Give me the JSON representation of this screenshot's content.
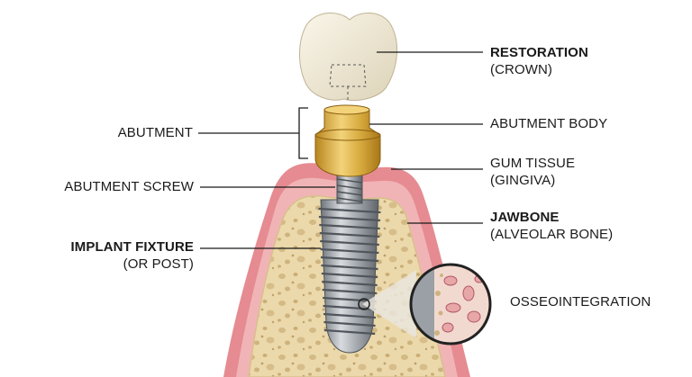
{
  "labels": {
    "restoration": {
      "title": "RESTORATION",
      "subtitle": "(CROWN)"
    },
    "abutment": {
      "title": "ABUTMENT"
    },
    "abutment_body": {
      "title": "ABUTMENT BODY"
    },
    "gum_tissue": {
      "title": "GUM TISSUE",
      "subtitle": "(GINGIVA)"
    },
    "abutment_screw": {
      "title": "ABUTMENT SCREW"
    },
    "jawbone": {
      "title": "JAWBONE",
      "subtitle": "(ALVEOLAR BONE)"
    },
    "implant_fixture": {
      "title": "IMPLANT FIXTURE",
      "subtitle": "(OR POST)"
    },
    "osseointegration": {
      "title": "OSSEOINTEGRATION"
    }
  },
  "colors": {
    "gum": "#e58b91",
    "gum_inner": "#f1b4b6",
    "bone": "#ecd9ab",
    "bone_pores": "#cdb37f",
    "crown": "#f0ead8",
    "abutment_gold": "#d6a93c",
    "implant_metal": "#9ea3a8",
    "leader_line": "#1a1a1a"
  }
}
